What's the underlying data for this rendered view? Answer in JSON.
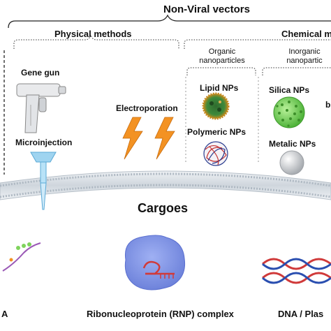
{
  "header": {
    "title": "Non-Viral vectors"
  },
  "sections": {
    "physical": {
      "title": "Physical methods"
    },
    "chemical": {
      "title": "Chemical m"
    },
    "organic": {
      "title": "Organic nanoparticles"
    },
    "inorganic": {
      "title": "Inorganic nanopartic"
    }
  },
  "methods": {
    "gene_gun": "Gene gun",
    "microinjection": "Microinjection",
    "electroporation": "Electroporation",
    "lipid_nps": "Lipid NPs",
    "polymeric_nps": "Polymeric NPs",
    "silica_nps": "Silica NPs",
    "metalic_nps": "Metalic NPs",
    "edge_letter": "b"
  },
  "cargoes": {
    "title": "Cargoes",
    "left_label": "A",
    "rnp": "Ribonucleoprotein (RNP) complex",
    "dna": "DNA / Plas"
  },
  "colors": {
    "bolt": "#f39223",
    "membrane": "#d7dde3",
    "rnp": "#7f90e6",
    "silica": "#7fd35c",
    "dna_red": "#d03a3a",
    "dna_blue": "#2a4fb0"
  }
}
